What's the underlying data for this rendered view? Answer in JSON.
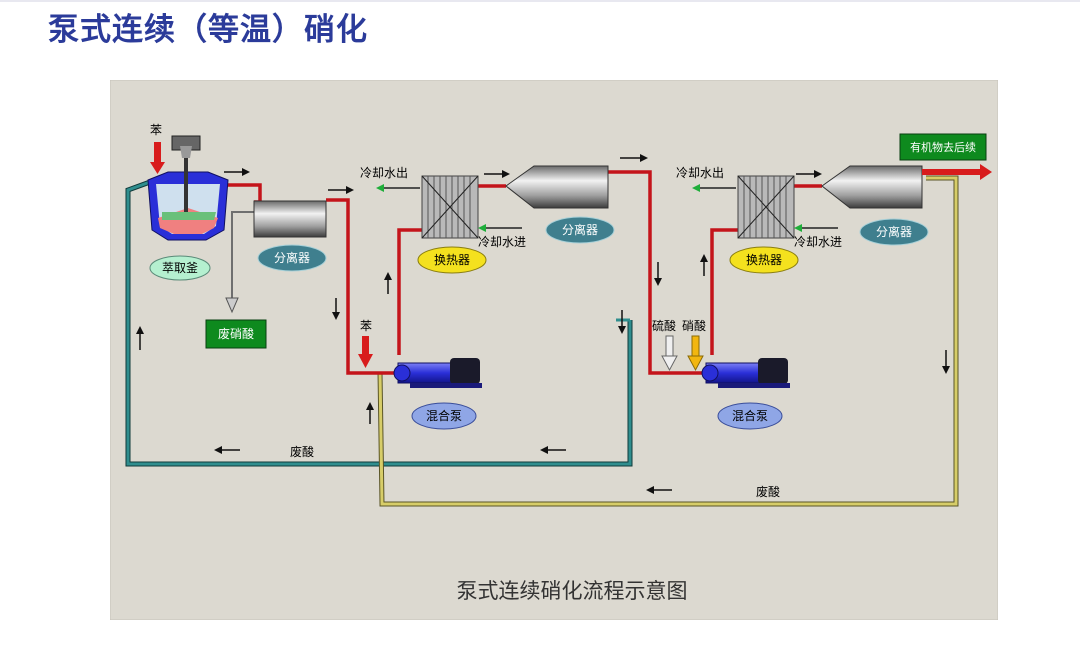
{
  "page": {
    "title": "泵式连续（等温）硝化"
  },
  "diagram": {
    "caption": "泵式连续硝化流程示意图",
    "benzene_feed_label": "苯",
    "extraction_kettle_label": "萃取釜",
    "waste_nitric_acid_label": "废硝酸",
    "separator_label": "分离器",
    "heat_exchanger_label": "换热器",
    "cooling_water_out_label": "冷却水出",
    "cooling_water_in_label": "冷却水进",
    "mixing_pump_label": "混合泵",
    "benzene_label": "苯",
    "sulfuric_acid_label": "硫酸",
    "nitric_acid_label": "硝酸",
    "waste_acid_label": "废酸",
    "organic_product_label": "有机物去后续"
  },
  "colors": {
    "title": "#2b3b9a",
    "canvas_bg": "#dcd9d0",
    "red_pipe": "#c4141a",
    "teal_pipe": "#2f8e8e",
    "yellow_pipe": "#d7cd68",
    "label_ellipse": "#3f7f8e",
    "heat_exchanger_ellipse": "#f4e11e",
    "green_box": "#0e8a1e",
    "pump_blue": "#2a2fd8"
  }
}
